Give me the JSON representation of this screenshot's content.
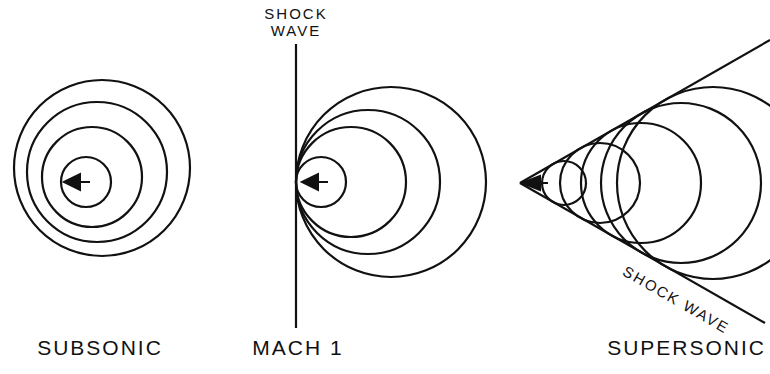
{
  "diagram": {
    "labels": [
      "SHOCK WAVE",
      "SUBSONIC",
      "MACH 1",
      "SUPERSONIC",
      "SHOCK WAVE"
    ]
  }
}
